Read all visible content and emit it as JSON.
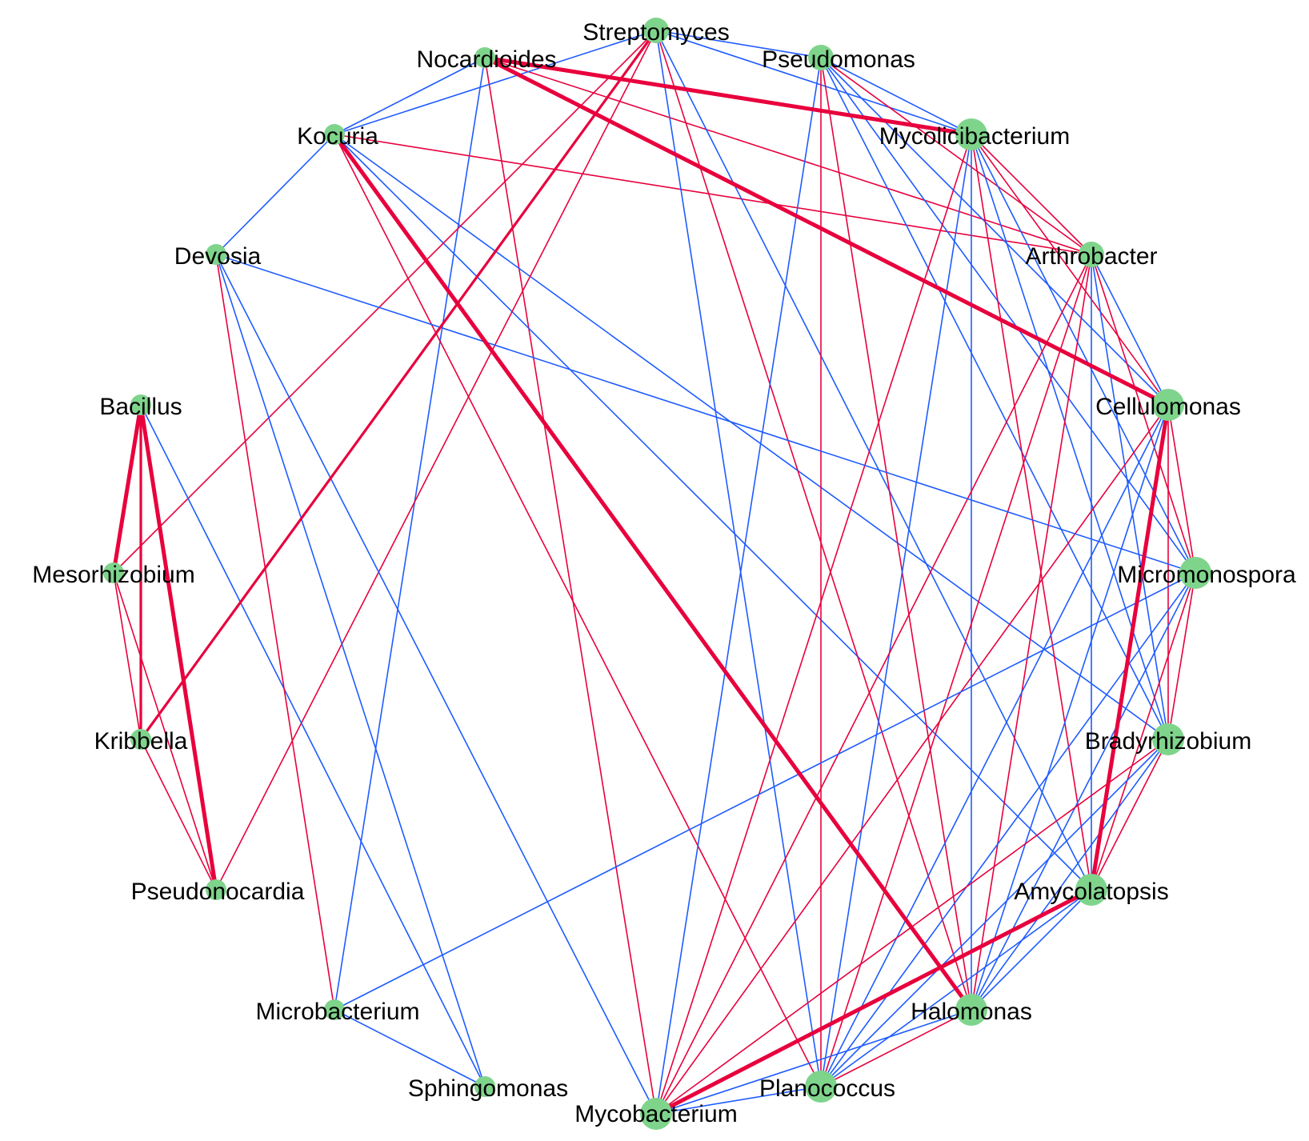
{
  "colors": {
    "positive_edge": "#e8003d",
    "negative_edge": "#1f5cff",
    "node_fill": "#7fd48c",
    "label": "#000000"
  },
  "nodes": [
    {
      "id": "streptomyces",
      "label": "Streptomyces",
      "size": 2
    },
    {
      "id": "pseudomonas",
      "label": "Pseudomonas",
      "size": 2
    },
    {
      "id": "mycolicibacterium",
      "label": "Mycolicibacterium",
      "size": 3
    },
    {
      "id": "arthrobacter",
      "label": "Arthrobacter",
      "size": 2
    },
    {
      "id": "cellulomonas",
      "label": "Cellulomonas",
      "size": 3
    },
    {
      "id": "micromonospora",
      "label": "Micromonospora",
      "size": 3
    },
    {
      "id": "bradyrhizobium",
      "label": "Bradyrhizobium",
      "size": 3
    },
    {
      "id": "amycolatopsis",
      "label": "Amycolatopsis",
      "size": 3
    },
    {
      "id": "halomonas",
      "label": "Halomonas",
      "size": 3
    },
    {
      "id": "planococcus",
      "label": "Planococcus",
      "size": 3
    },
    {
      "id": "mycobacterium",
      "label": "Mycobacterium",
      "size": 3
    },
    {
      "id": "sphingomonas",
      "label": "Sphingomonas",
      "size": 1
    },
    {
      "id": "microbacterium",
      "label": "Microbacterium",
      "size": 1
    },
    {
      "id": "pseudonocardia",
      "label": "Pseudonocardia",
      "size": 1
    },
    {
      "id": "kribbella",
      "label": "Kribbella",
      "size": 1
    },
    {
      "id": "mesorhizobium",
      "label": "Mesorhizobium",
      "size": 1
    },
    {
      "id": "bacillus",
      "label": "Bacillus",
      "size": 1
    },
    {
      "id": "devosia",
      "label": "Devosia",
      "size": 1
    },
    {
      "id": "kocuria",
      "label": "Kocuria",
      "size": 1
    },
    {
      "id": "nocardioides",
      "label": "Nocardioides",
      "size": 1
    }
  ],
  "edges": [
    [
      "nocardioides",
      "mycolicibacterium",
      "pos",
      3
    ],
    [
      "nocardioides",
      "cellulomonas",
      "pos",
      3
    ],
    [
      "nocardioides",
      "arthrobacter",
      "pos",
      1
    ],
    [
      "nocardioides",
      "mycobacterium",
      "pos",
      1
    ],
    [
      "nocardioides",
      "kocuria",
      "neg",
      1
    ],
    [
      "nocardioides",
      "microbacterium",
      "neg",
      1
    ],
    [
      "kocuria",
      "halomonas",
      "pos",
      3
    ],
    [
      "kocuria",
      "arthrobacter",
      "pos",
      1
    ],
    [
      "kocuria",
      "planococcus",
      "pos",
      1
    ],
    [
      "kocuria",
      "devosia",
      "neg",
      1
    ],
    [
      "kocuria",
      "amycolatopsis",
      "neg",
      1
    ],
    [
      "kocuria",
      "bradyrhizobium",
      "neg",
      1
    ],
    [
      "streptomyces",
      "kribbella",
      "pos",
      2
    ],
    [
      "streptomyces",
      "mesorhizobium",
      "pos",
      1
    ],
    [
      "streptomyces",
      "pseudonocardia",
      "pos",
      1
    ],
    [
      "streptomyces",
      "halomonas",
      "pos",
      1
    ],
    [
      "streptomyces",
      "kocuria",
      "neg",
      1
    ],
    [
      "streptomyces",
      "pseudomonas",
      "neg",
      1
    ],
    [
      "streptomyces",
      "mycolicibacterium",
      "neg",
      1
    ],
    [
      "streptomyces",
      "planococcus",
      "neg",
      1
    ],
    [
      "streptomyces",
      "amycolatopsis",
      "neg",
      1
    ],
    [
      "pseudomonas",
      "arthrobacter",
      "pos",
      1
    ],
    [
      "pseudomonas",
      "planococcus",
      "pos",
      1
    ],
    [
      "pseudomonas",
      "halomonas",
      "pos",
      1
    ],
    [
      "pseudomonas",
      "mycolicibacterium",
      "neg",
      1
    ],
    [
      "pseudomonas",
      "cellulomonas",
      "neg",
      1
    ],
    [
      "pseudomonas",
      "micromonospora",
      "neg",
      1
    ],
    [
      "pseudomonas",
      "bradyrhizobium",
      "neg",
      1
    ],
    [
      "pseudomonas",
      "mycobacterium",
      "neg",
      1
    ],
    [
      "mycolicibacterium",
      "arthrobacter",
      "pos",
      1
    ],
    [
      "mycolicibacterium",
      "cellulomonas",
      "pos",
      1
    ],
    [
      "mycolicibacterium",
      "amycolatopsis",
      "pos",
      1
    ],
    [
      "mycolicibacterium",
      "mycobacterium",
      "pos",
      1
    ],
    [
      "mycolicibacterium",
      "micromonospora",
      "neg",
      1
    ],
    [
      "mycolicibacterium",
      "bradyrhizobium",
      "neg",
      1
    ],
    [
      "mycolicibacterium",
      "halomonas",
      "neg",
      1
    ],
    [
      "mycolicibacterium",
      "planococcus",
      "neg",
      1
    ],
    [
      "arthrobacter",
      "micromonospora",
      "pos",
      1
    ],
    [
      "arthrobacter",
      "planococcus",
      "pos",
      1
    ],
    [
      "arthrobacter",
      "mycobacterium",
      "pos",
      1
    ],
    [
      "arthrobacter",
      "halomonas",
      "pos",
      1
    ],
    [
      "arthrobacter",
      "cellulomonas",
      "neg",
      1
    ],
    [
      "arthrobacter",
      "bradyrhizobium",
      "neg",
      1
    ],
    [
      "arthrobacter",
      "amycolatopsis",
      "neg",
      1
    ],
    [
      "cellulomonas",
      "amycolatopsis",
      "pos",
      3
    ],
    [
      "cellulomonas",
      "micromonospora",
      "pos",
      1
    ],
    [
      "cellulomonas",
      "bradyrhizobium",
      "pos",
      1
    ],
    [
      "cellulomonas",
      "mycobacterium",
      "pos",
      1
    ],
    [
      "cellulomonas",
      "halomonas",
      "neg",
      1
    ],
    [
      "cellulomonas",
      "planococcus",
      "neg",
      1
    ],
    [
      "micromonospora",
      "bradyrhizobium",
      "pos",
      1
    ],
    [
      "micromonospora",
      "amycolatopsis",
      "pos",
      1
    ],
    [
      "micromonospora",
      "devosia",
      "neg",
      1
    ],
    [
      "micromonospora",
      "microbacterium",
      "neg",
      1
    ],
    [
      "micromonospora",
      "halomonas",
      "neg",
      1
    ],
    [
      "micromonospora",
      "planococcus",
      "neg",
      1
    ],
    [
      "bradyrhizobium",
      "amycolatopsis",
      "pos",
      1
    ],
    [
      "bradyrhizobium",
      "mycobacterium",
      "pos",
      1
    ],
    [
      "bradyrhizobium",
      "halomonas",
      "neg",
      1
    ],
    [
      "bradyrhizobium",
      "planococcus",
      "neg",
      1
    ],
    [
      "amycolatopsis",
      "mycobacterium",
      "pos",
      3
    ],
    [
      "amycolatopsis",
      "halomonas",
      "neg",
      1
    ],
    [
      "amycolatopsis",
      "planococcus",
      "neg",
      1
    ],
    [
      "halomonas",
      "planococcus",
      "pos",
      1
    ],
    [
      "halomonas",
      "mycobacterium",
      "neg",
      1
    ],
    [
      "planococcus",
      "mycobacterium",
      "neg",
      1
    ],
    [
      "sphingomonas",
      "devosia",
      "neg",
      1
    ],
    [
      "sphingomonas",
      "microbacterium",
      "neg",
      1
    ],
    [
      "sphingomonas",
      "bacillus",
      "neg",
      1
    ],
    [
      "microbacterium",
      "devosia",
      "pos",
      1
    ],
    [
      "devosia",
      "mycobacterium",
      "neg",
      1
    ],
    [
      "bacillus",
      "mesorhizobium",
      "pos",
      3
    ],
    [
      "bacillus",
      "pseudonocardia",
      "pos",
      3
    ],
    [
      "bacillus",
      "kribbella",
      "pos",
      2
    ],
    [
      "mesorhizobium",
      "kribbella",
      "pos",
      1
    ],
    [
      "mesorhizobium",
      "pseudonocardia",
      "pos",
      1
    ],
    [
      "kribbella",
      "pseudonocardia",
      "pos",
      1
    ]
  ]
}
